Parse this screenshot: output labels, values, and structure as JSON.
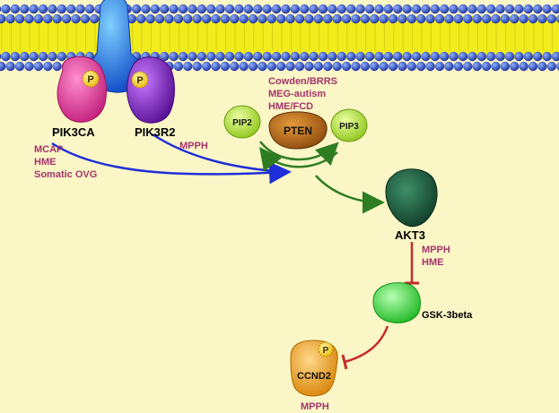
{
  "nodes": {
    "pik3ca": "PIK3CA",
    "pik3r2": "PIK3R2",
    "pip2": "PIP2",
    "pten": "PTEN",
    "pip3": "PIP3",
    "akt3": "AKT3",
    "gsk3b": "GSK-3beta",
    "ccnd2": "CCND2",
    "phospho": "P"
  },
  "disorders": {
    "pik3ca": [
      "MCAP",
      "HME",
      "Somatic OVG"
    ],
    "pik3r2": [
      "MPPH"
    ],
    "pten": [
      "Cowden/BRRS",
      "MEG-autism",
      "HME/FCD"
    ],
    "akt3": [
      "MPPH",
      "HME"
    ],
    "ccnd2": [
      "MPPH"
    ]
  },
  "colors": {
    "background": "#fbf6c6",
    "membrane_head": "#1f3fb0",
    "membrane_tail": "#f2ec1c",
    "pik3ca": "#e2469a",
    "pik3r2": "#8a2fc4",
    "receptor": "#1a6ee8",
    "pten": "#c0741a",
    "pip": "#b6e63a",
    "akt3": "#1d5a40",
    "gsk3b": "#35d63a",
    "ccnd2": "#f0a21e",
    "disorder_text": "#a3336a",
    "activation_blue": "#1e2fd8",
    "activation_green": "#2e7d22",
    "inhibition_red": "#c62a2a"
  }
}
